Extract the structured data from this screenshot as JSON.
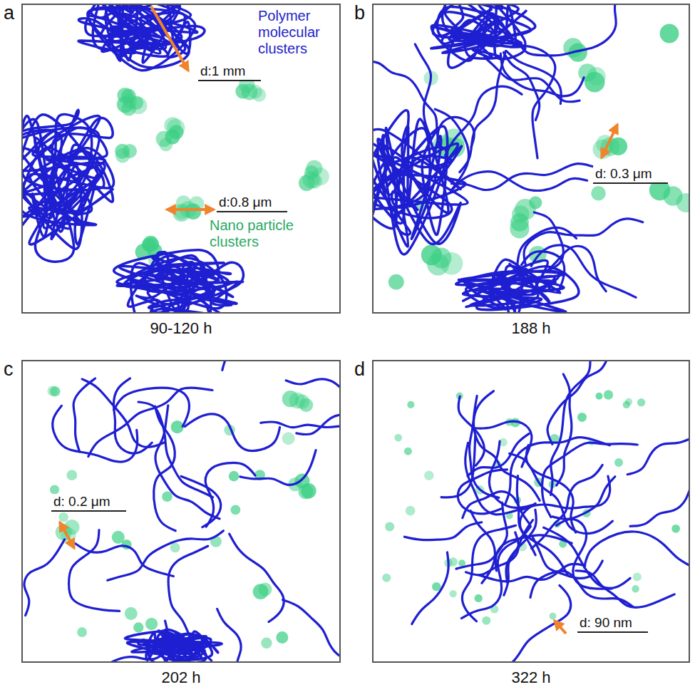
{
  "diagram": {
    "nodes": [
      {
        "text": [
          "a",
          "Polymer molecular clusters",
          "d:1 mm",
          "d:0.8 μm",
          "Nano particle clusters",
          "90-120 h"
        ]
      },
      {
        "text": [
          "b",
          "d: 0.3 μm",
          "188 h"
        ]
      },
      {
        "text": [
          "c",
          "d: 0.2 μm",
          "202 h"
        ]
      },
      {
        "text": [
          "d",
          "d: 90 nm",
          "322 h"
        ]
      }
    ]
  }
}
